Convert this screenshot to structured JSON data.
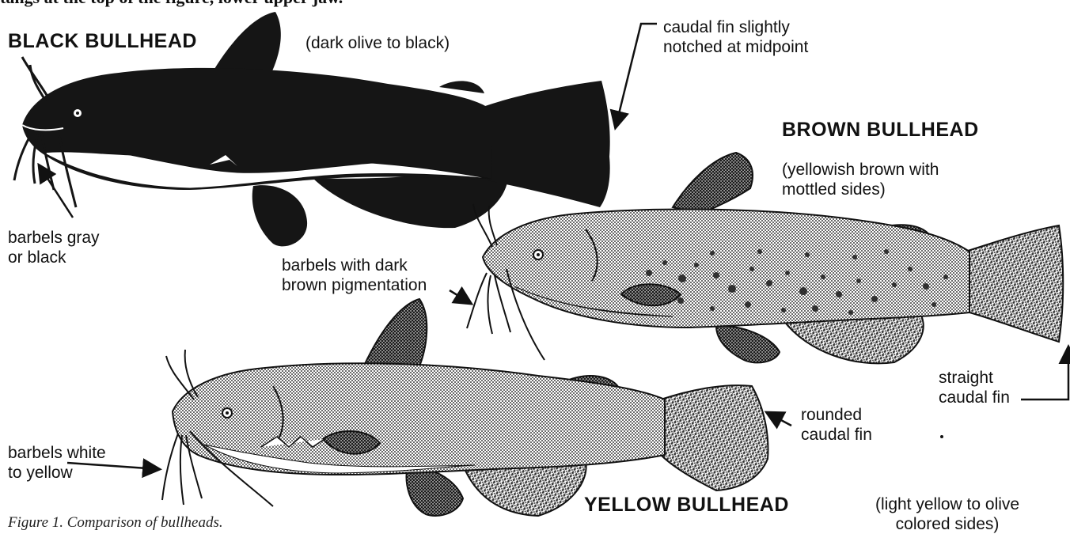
{
  "header_fragment": "tangs at the top of the figure, lower upper jaw.",
  "species": [
    {
      "name": "BLACK BULLHEAD",
      "color_note": "(dark olive to black)"
    },
    {
      "name": "BROWN BULLHEAD",
      "color_note": "(yellowish brown with\nmottled sides)"
    },
    {
      "name": "YELLOW BULLHEAD",
      "color_note": "(light yellow to olive\ncolored sides)"
    }
  ],
  "annotations": {
    "caudal_notched": "caudal fin slightly\nnotched at midpoint",
    "barbels_gray": "barbels gray\nor black",
    "barbels_brown": "barbels with dark\nbrown pigmentation",
    "straight_caudal": "straight\ncaudal fin",
    "rounded_caudal": "rounded\ncaudal fin",
    "barbels_white": "barbels white\nto yellow"
  },
  "caption": "Figure 1. Comparison of bullheads.",
  "colors": {
    "black_fish": "#151515",
    "stipple": "#4a4a4a",
    "outline": "#111111",
    "belly": "#ffffff"
  }
}
